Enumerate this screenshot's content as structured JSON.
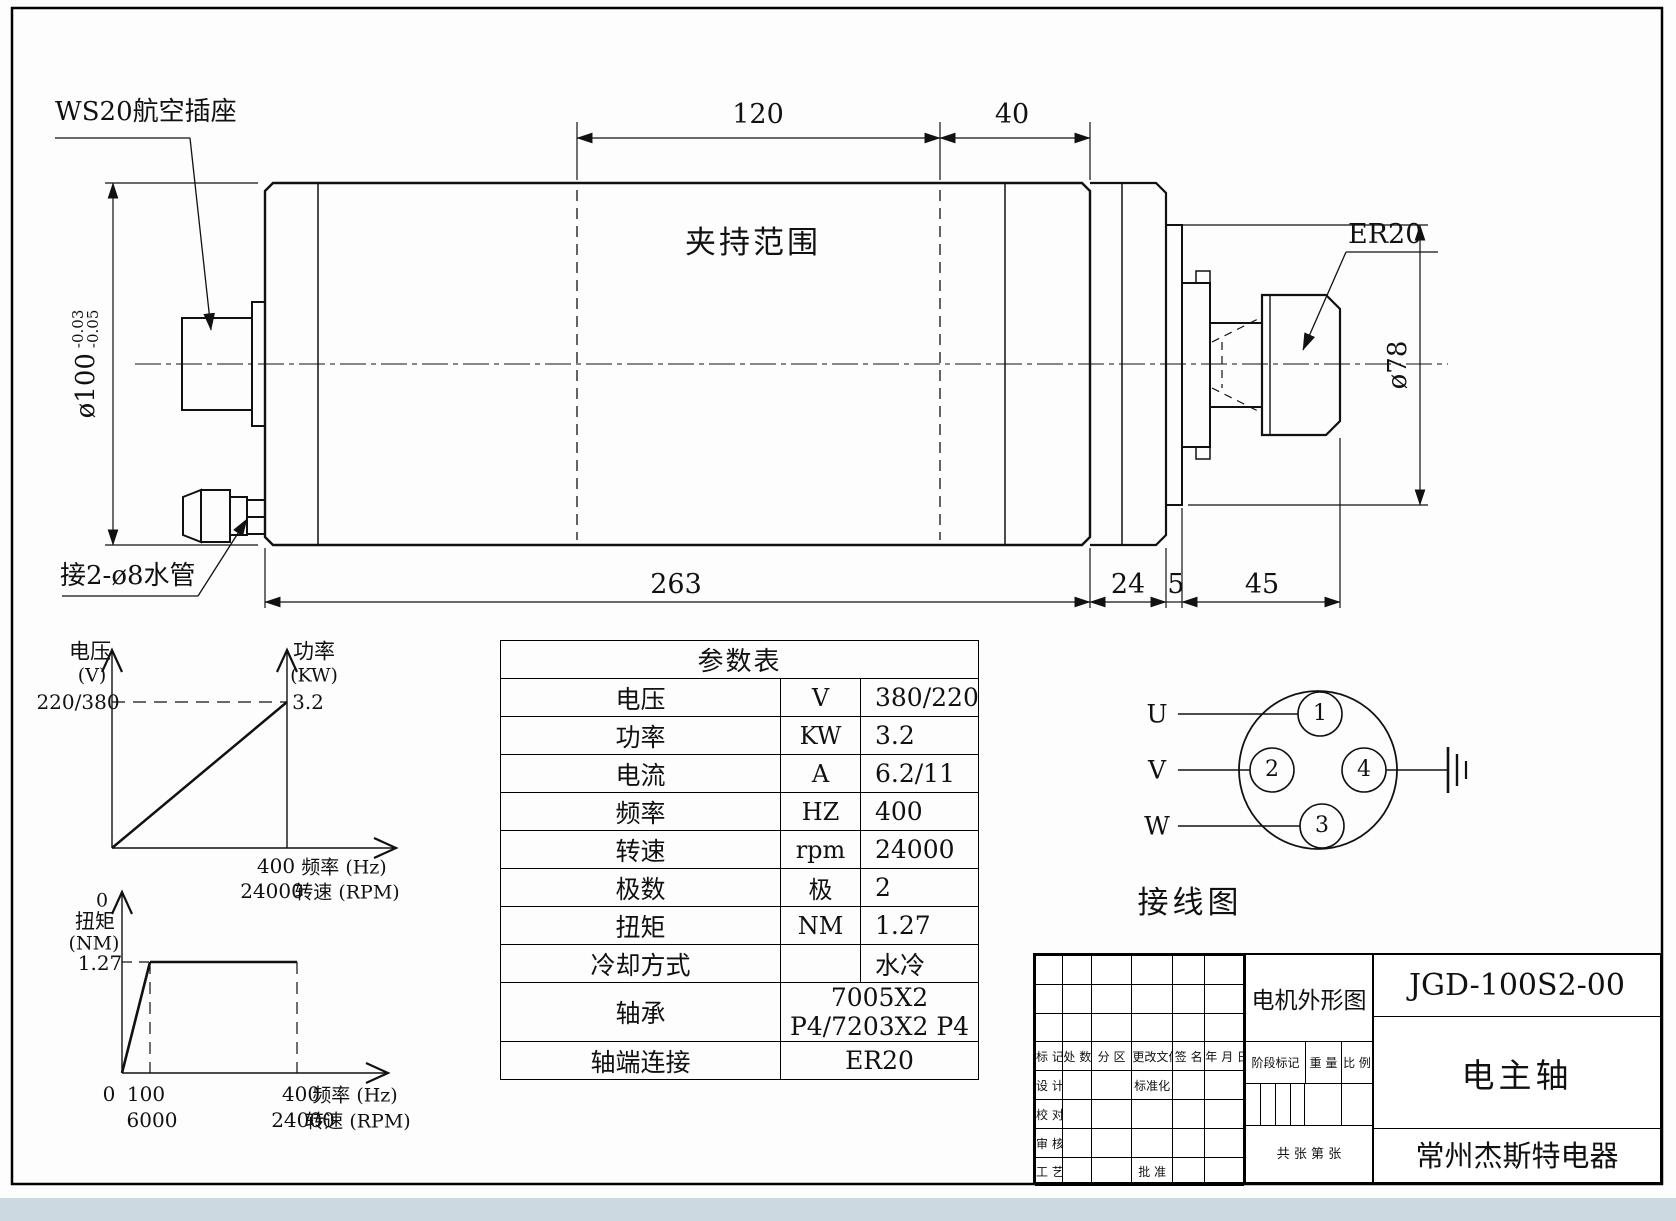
{
  "page": {
    "background": "#fdfdfd",
    "line_color": "#111111",
    "bottom_strip_color": "#cdd9e1"
  },
  "drawing": {
    "labels": {
      "connector": "WS20航空插座",
      "clamp_range": "夹持范围",
      "collet": "ER20",
      "water_pipe": "接2-ø8水管"
    },
    "dimensions": {
      "top_120": "120",
      "top_40": "40",
      "bottom_263": "263",
      "bottom_24": "24",
      "bottom_5": "5",
      "bottom_45": "45",
      "left_diameter": "ø100",
      "left_tol_upper": "-0.03",
      "left_tol_lower": "-0.05",
      "right_diameter": "ø78"
    }
  },
  "chart_data": [
    {
      "type": "line",
      "y_axis_left": {
        "label": "电压",
        "unit": "(V)",
        "tick": "220/380"
      },
      "y_axis_right": {
        "label": "功率",
        "unit": "(KW)",
        "tick": "3.2"
      },
      "x_axis": {
        "freq_tick": "400",
        "freq_label": "频率 (Hz)",
        "rpm_tick": "24000",
        "rpm_label": "转速 (RPM)"
      },
      "series": [
        {
          "name": "电压(V)",
          "points": [
            [
              0,
              0
            ],
            [
              400,
              380
            ]
          ]
        },
        {
          "name": "功率(KW)",
          "points": [
            [
              0,
              0
            ],
            [
              400,
              3.2
            ]
          ]
        }
      ],
      "xlim": [
        0,
        400
      ],
      "grid": false
    },
    {
      "type": "line",
      "y_axis": {
        "origin": "0",
        "label": "扭矩",
        "unit": "(NM)",
        "tick": "1.27"
      },
      "x_axis": {
        "freq_ticks": [
          "0",
          "100",
          "400"
        ],
        "freq_label": "频率 (Hz)",
        "rpm_ticks": [
          "6000",
          "24000"
        ],
        "rpm_label": "转速 (RPM)"
      },
      "series": [
        {
          "name": "扭矩(NM)",
          "points": [
            [
              0,
              0
            ],
            [
              100,
              1.27
            ],
            [
              400,
              1.27
            ]
          ]
        }
      ],
      "xlim": [
        0,
        400
      ],
      "ylim": [
        0,
        1.27
      ],
      "grid": false
    }
  ],
  "params": {
    "title": "参数表",
    "rows": [
      {
        "name": "电压",
        "unit": "V",
        "value": "380/220"
      },
      {
        "name": "功率",
        "unit": "KW",
        "value": "3.2"
      },
      {
        "name": "电流",
        "unit": "A",
        "value": "6.2/11"
      },
      {
        "name": "频率",
        "unit": "HZ",
        "value": "400"
      },
      {
        "name": "转速",
        "unit": "rpm",
        "value": "24000"
      },
      {
        "name": "极数",
        "unit": "极",
        "value": "2"
      },
      {
        "name": "扭矩",
        "unit": "NM",
        "value": "1.27"
      },
      {
        "name": "冷却方式",
        "unit": "",
        "value": "水冷"
      },
      {
        "name": "轴承",
        "unit": "",
        "value": "7005X2 P4/7203X2 P4"
      },
      {
        "name": "轴端连接",
        "unit": "",
        "value": "ER20"
      }
    ]
  },
  "wiring": {
    "title": "接线图",
    "terminals": [
      {
        "label": "U",
        "pin": "1"
      },
      {
        "label": "V",
        "pin": "2"
      },
      {
        "label": "W",
        "pin": "3"
      }
    ],
    "pins": [
      "1",
      "2",
      "3",
      "4"
    ]
  },
  "titleblock": {
    "drawing_name": "电机外形图",
    "drawing_no": "JGD-100S2-00",
    "product_name": "电主轴",
    "company": "常州杰斯特电器",
    "revision_header": [
      "标 记",
      "处 数",
      "分 区",
      "更改文件号",
      "签 名",
      "年 月 日"
    ],
    "roles": {
      "design": "设 计",
      "check": "校 对",
      "review": "审 核",
      "process": "工 艺",
      "standardize": "标准化",
      "approve": "批 准"
    },
    "stage": {
      "stage_mark": "阶段标记",
      "weight": "重 量",
      "scale": "比 例"
    },
    "sheet": "共    张  第    张"
  }
}
